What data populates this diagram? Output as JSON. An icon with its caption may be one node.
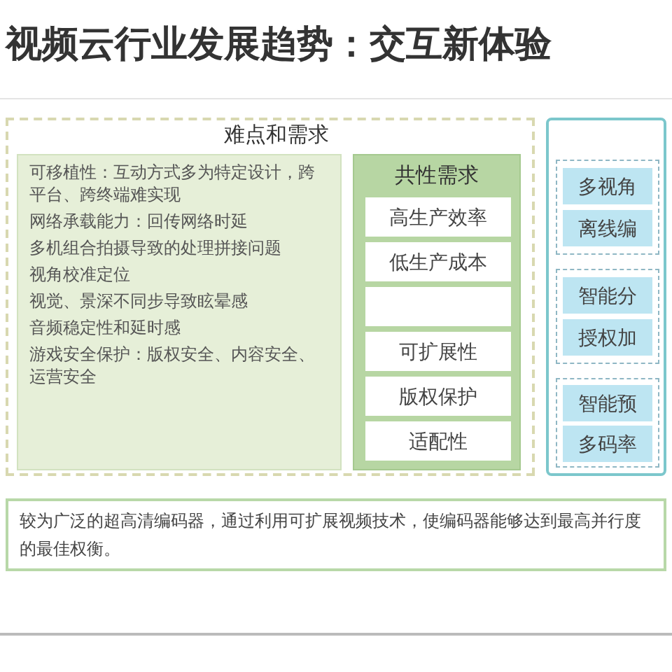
{
  "diagram": {
    "title": "视频云行业发展趋势：交互新体验",
    "nodes": [
      {
        "text": [
          "难点和需求"
        ]
      },
      {
        "text": [
          "可移植性：互动方式多为特定设计，跨平台、跨终端难实现",
          "网络承载能力：回传网络时延",
          "多机组合拍摄导致的处理拼接问题",
          "视角校准定位",
          "视觉、景深不同步导致眩晕感",
          "音频稳定性和延时感",
          "游戏安全保护：版权安全、内容安全、运营安全"
        ],
        "in": 0
      },
      {
        "text": [
          "共性需求"
        ],
        "in": 0
      },
      {
        "text": [
          "高生产效率"
        ],
        "in": 2
      },
      {
        "text": [
          "低生产成本"
        ],
        "in": 2
      },
      {
        "text": [],
        "shape": "box",
        "in": 2
      },
      {
        "text": [
          "可扩展性"
        ],
        "in": 2
      },
      {
        "text": [
          "版权保护"
        ],
        "in": 2
      },
      {
        "text": [
          "适配性"
        ],
        "in": 2
      },
      {
        "text": [],
        "shape": "box"
      },
      {
        "text": [],
        "shape": "box",
        "in": 9
      },
      {
        "text": [],
        "shape": "box",
        "in": 9
      },
      {
        "text": [],
        "shape": "box",
        "in": 9
      },
      {
        "text": [
          "多视角"
        ],
        "in": 10
      },
      {
        "text": [
          "离线编"
        ],
        "in": 10
      },
      {
        "text": [
          "智能分"
        ],
        "in": 11
      },
      {
        "text": [
          "授权加"
        ],
        "in": 11
      },
      {
        "text": [
          "智能预"
        ],
        "in": 12
      },
      {
        "text": [
          "多码率"
        ],
        "in": 12
      },
      {
        "text": [
          "较为广泛的超高清编码器，通过利用可扩展视频技术，使编码器能够达到最高并行度的最佳权衡。"
        ]
      }
    ],
    "edges": []
  }
}
